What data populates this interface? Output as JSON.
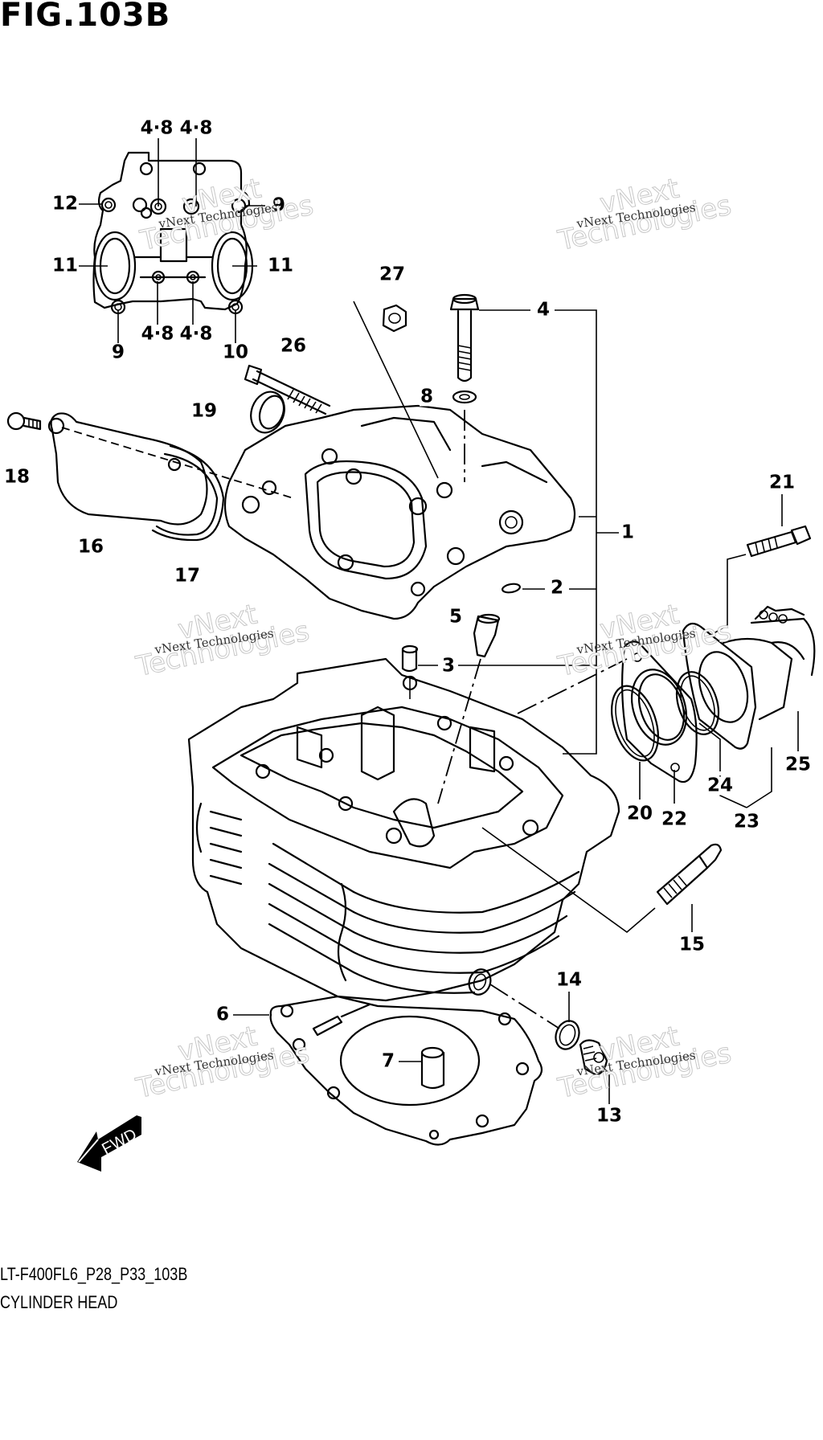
{
  "figure": {
    "title": "FIG.103B",
    "code": "LT-F400FL6_P28_P33_103B",
    "caption": "CYLINDER HEAD"
  },
  "orientation_marker": {
    "label": "FWD",
    "icon": "fwd-arrow-icon"
  },
  "watermark": {
    "text_small": "vNext Technologies",
    "text_large_line1": "vNext",
    "text_large_line2": "Technologies"
  },
  "inset_labels": {
    "top_left_48": "4·8",
    "top_right_48": "4·8",
    "left_12": "12",
    "right_9": "9",
    "left_11": "11",
    "right_11": "11",
    "bottom_9": "9",
    "bottom_left_48": "4·8",
    "bottom_right_48": "4·8",
    "bottom_10": "10"
  },
  "callouts": [
    {
      "ref": "1",
      "part": "cylinder-head-assembly"
    },
    {
      "ref": "2",
      "part": "o-ring"
    },
    {
      "ref": "3",
      "part": "dowel-pin"
    },
    {
      "ref": "4",
      "part": "cylinder-head-bolt"
    },
    {
      "ref": "5",
      "part": "valve-guide"
    },
    {
      "ref": "6",
      "part": "cylinder-head-gasket"
    },
    {
      "ref": "7",
      "part": "dowel-pin-lower"
    },
    {
      "ref": "8",
      "part": "washer"
    },
    {
      "ref": "13",
      "part": "plug"
    },
    {
      "ref": "14",
      "part": "gasket-plug"
    },
    {
      "ref": "15",
      "part": "spark-plug"
    },
    {
      "ref": "16",
      "part": "cover"
    },
    {
      "ref": "17",
      "part": "cover-gasket"
    },
    {
      "ref": "18",
      "part": "screw"
    },
    {
      "ref": "19",
      "part": "oil-seal"
    },
    {
      "ref": "20",
      "part": "o-ring-intake"
    },
    {
      "ref": "21",
      "part": "bolt-intake"
    },
    {
      "ref": "22",
      "part": "intake-gasket"
    },
    {
      "ref": "23",
      "part": "intake-pipe-assembly"
    },
    {
      "ref": "24",
      "part": "o-ring-pipe"
    },
    {
      "ref": "25",
      "part": "clamp"
    },
    {
      "ref": "26",
      "part": "stud-bolt"
    },
    {
      "ref": "27",
      "part": "nut"
    }
  ]
}
